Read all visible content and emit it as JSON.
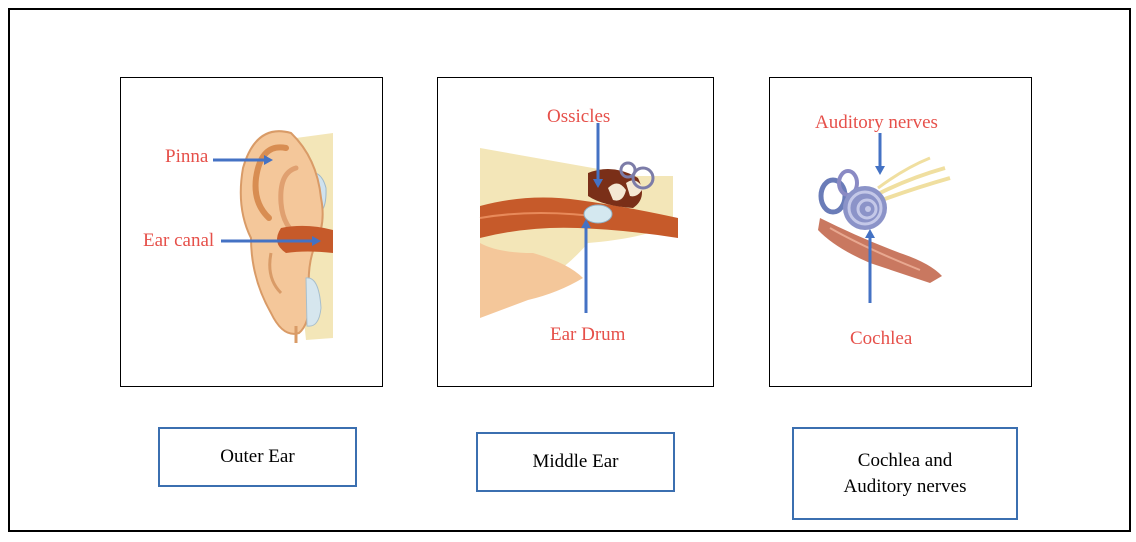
{
  "panels": [
    {
      "labels": {
        "pinna": "Pinna",
        "ear_canal": "Ear canal"
      },
      "caption": "Outer Ear"
    },
    {
      "labels": {
        "ossicles": "Ossicles",
        "ear_drum": "Ear Drum"
      },
      "caption": "Middle Ear"
    },
    {
      "labels": {
        "auditory_nerves": "Auditory nerves",
        "cochlea": "Cochlea"
      },
      "caption_line1": "Cochlea and",
      "caption_line2": "Auditory nerves"
    }
  ],
  "colors": {
    "label_text": "#e6504a",
    "arrow": "#4472c4",
    "caption_border": "#3b6fb0",
    "skin": "#f4c79a",
    "canal": "#c65a2a",
    "bone": "#f3e6b8"
  }
}
